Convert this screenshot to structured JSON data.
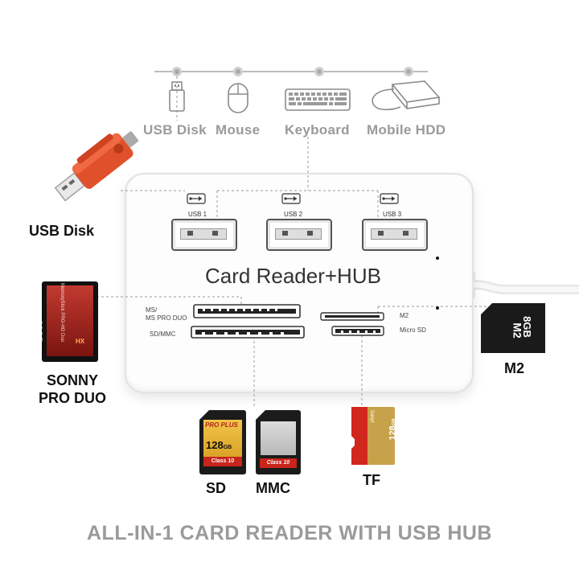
{
  "top_devices": [
    {
      "label": "USB Disk",
      "icon": "usb-stick-icon"
    },
    {
      "label": "Mouse",
      "icon": "mouse-icon"
    },
    {
      "label": "Keyboard",
      "icon": "keyboard-icon"
    },
    {
      "label": "Mobile HDD",
      "icon": "hdd-icon"
    }
  ],
  "hub": {
    "title": "Card Reader+HUB",
    "ports": [
      "USB 1",
      "USB 2",
      "USB 3"
    ],
    "slots": {
      "ms_label_1": "MS/",
      "ms_label_2": "MS PRO DUO",
      "sd_label": "SD/MMC",
      "m2_label": "M2",
      "microsd_label": "Micro SD"
    }
  },
  "callouts": {
    "usb_disk": "USB Disk",
    "sony_line1": "SONNY",
    "sony_line2": "PRO DUO",
    "m2": "M2",
    "sd": "SD",
    "mmc": "MMC",
    "tf": "TF"
  },
  "cards": {
    "memstick": {
      "capacity": "16GB",
      "text": "MemoryStick PRO-HG Duo",
      "brand": "HX"
    },
    "m2_card": {
      "line1": "M2",
      "line2": "8GB"
    },
    "sd_card": {
      "brand": "PRO PLUS",
      "capacity": "128",
      "unit": "GB",
      "class": "Class 10"
    },
    "mmc_card": {
      "class": "Class 10"
    },
    "tf_card": {
      "brand": "Sanyt",
      "capacity": "128",
      "unit": "GB"
    }
  },
  "footer": "ALL-IN-1 CARD READER WITH USB HUB",
  "colors": {
    "label_gray": "#9a9a9a",
    "hub_body": "#fdfdfd",
    "usb_red": "#e0512b",
    "card_red": "#cc2b2b",
    "card_gold": "#caa24a"
  }
}
